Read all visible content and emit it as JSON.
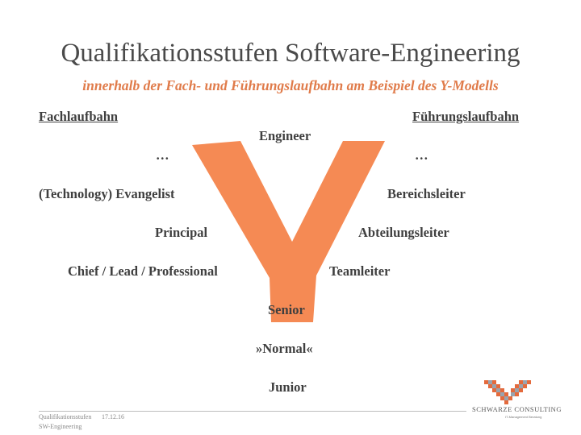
{
  "slide": {
    "title": "Qualifikationsstufen Software-Engineering",
    "subtitle": "innerhalb der Fach- und Führungslaufbahn am Beispiel des Y-Modells"
  },
  "colors": {
    "accent": "#F58A54",
    "text": "#3F3F3F",
    "subtitle": "#E07B4A"
  },
  "left_column": {
    "heading": "Fachlaufbahn",
    "ellipsis": "…",
    "items": [
      "(Technology) Evangelist",
      "Principal",
      "Chief / Lead / Professional"
    ]
  },
  "right_column": {
    "heading": "Führungslaufbahn",
    "ellipsis": "…",
    "items": [
      "Bereichsleiter",
      "Abteilungsleiter",
      "Teamleiter"
    ]
  },
  "center": {
    "top": "Engineer",
    "stem": [
      "Senior",
      "»Normal«",
      "Junior"
    ]
  },
  "footer": {
    "left_line1": "Qualifikationsstufen",
    "date": "17.12.16",
    "left_line2": "SW-Engineering",
    "company": "SCHWARZE CONSULTING",
    "tagline": "IT-Management Beratung"
  },
  "logo_icon": "checkerboard-v-icon"
}
